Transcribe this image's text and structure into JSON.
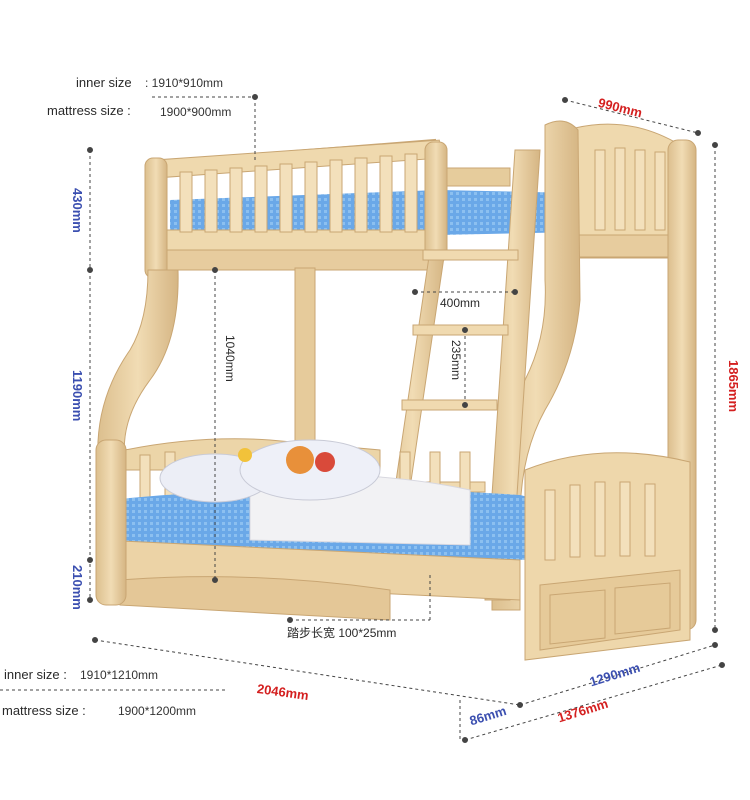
{
  "top_bunk": {
    "inner_size_label": "inner size",
    "inner_size_value": ": 1910*910mm",
    "mattress_size_label": "mattress size :",
    "mattress_size_value": "1900*900mm"
  },
  "bottom_bunk": {
    "inner_size_label": "inner size :",
    "inner_size_value": "1910*1210mm",
    "mattress_size_label": "mattress size :",
    "mattress_size_value": "1900*1200mm"
  },
  "dimensions": {
    "top_width": "990mm",
    "ladder_width": "400mm",
    "step_spacing": "235mm",
    "guard_height": "430mm",
    "middle_height": "1190mm",
    "bottom_height": "210mm",
    "clearance_height": "1040mm",
    "total_height": "1865mm",
    "total_length": "2046mm",
    "bottom_width": "1290mm",
    "total_width": "1376mm",
    "drawer_offset": "86mm",
    "step_size": "踏步长宽 100*25mm"
  },
  "colors": {
    "wood": "#e8cfa4",
    "wood_dark": "#c9a673",
    "mattress": "#6aa8e8",
    "red_text": "#d42020",
    "blue_text": "#3b4fb0"
  }
}
